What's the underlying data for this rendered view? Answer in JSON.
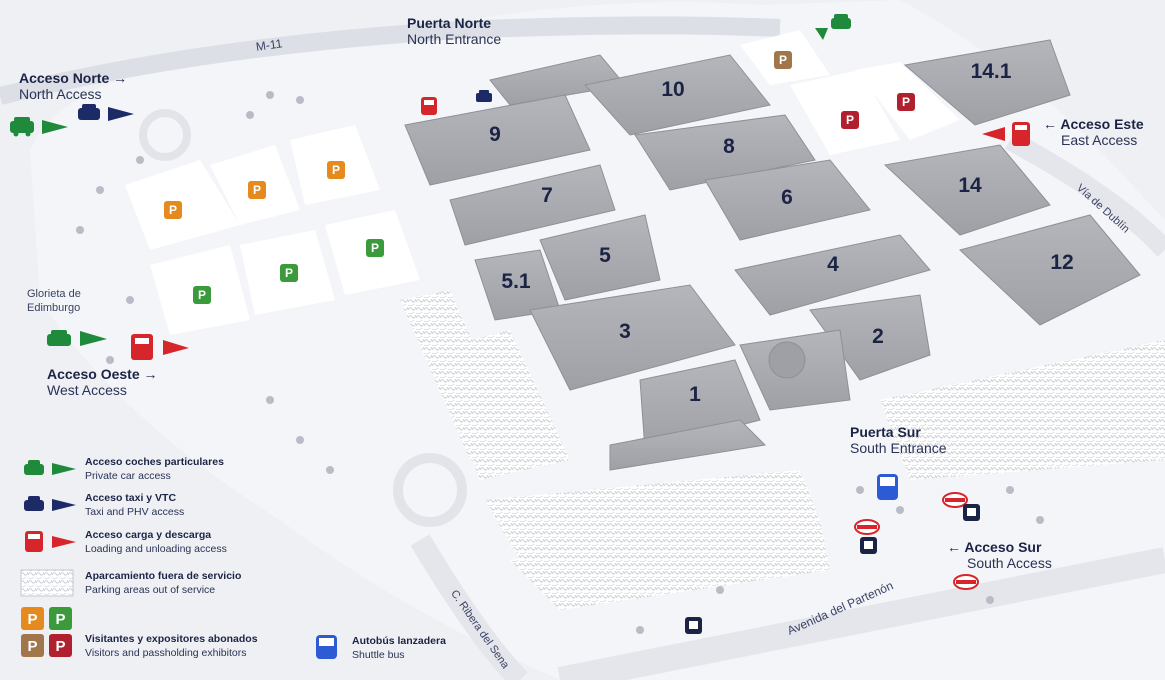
{
  "map": {
    "highway": "M-11",
    "roads": {
      "dublin": "Vía de Dublín",
      "sena": "C. Ribera del Sena",
      "parthenon": "Avenida del Partenón"
    },
    "roundabout": "Glorieta de\nEdimburgo"
  },
  "accesses": {
    "north_access": {
      "es": "Acceso Norte",
      "en": "North Access"
    },
    "west_access": {
      "es": "Acceso Oeste",
      "en": "West Access"
    },
    "east_access": {
      "es": "Acceso Este",
      "en": "East Access"
    },
    "south_access": {
      "es": "Acceso Sur",
      "en": "South Access"
    },
    "north_entrance": {
      "es": "Puerta Norte",
      "en": "North Entrance"
    },
    "south_entrance": {
      "es": "Puerta Sur",
      "en": "South Entrance"
    }
  },
  "arrows": {
    "right": "→",
    "left": "←"
  },
  "halls": [
    "1",
    "2",
    "3",
    "4",
    "5",
    "5.1",
    "6",
    "7",
    "8",
    "9",
    "10",
    "12",
    "14",
    "14.1"
  ],
  "parking_letter": "P",
  "legend": {
    "private_car": {
      "es": "Acceso coches particulares",
      "en": "Private car access"
    },
    "taxi": {
      "es": "Acceso taxi y VTC",
      "en": "Taxi and PHV access"
    },
    "loading": {
      "es": "Acceso carga y descarga",
      "en": "Loading and unloading access"
    },
    "out_of_service": {
      "es": "Aparcamiento fuera de servicio",
      "en": "Parking areas out of service"
    },
    "pass_parking": {
      "es": "Visitantes y expositores abonados",
      "en": "Visitors and passholding exhibitors"
    },
    "shuttle": {
      "es": "Autobús lanzadera",
      "en": "Shuttle bus"
    }
  },
  "colors": {
    "car": "#1f8a3c",
    "taxi": "#1c2a66",
    "loading": "#d7262b",
    "parking_orange": "#e48a1e",
    "parking_green": "#3a9a3c",
    "parking_brown": "#a0764a",
    "parking_red": "#b0202e",
    "building": "#a7a9ae",
    "bus": "#2d5bd6"
  }
}
